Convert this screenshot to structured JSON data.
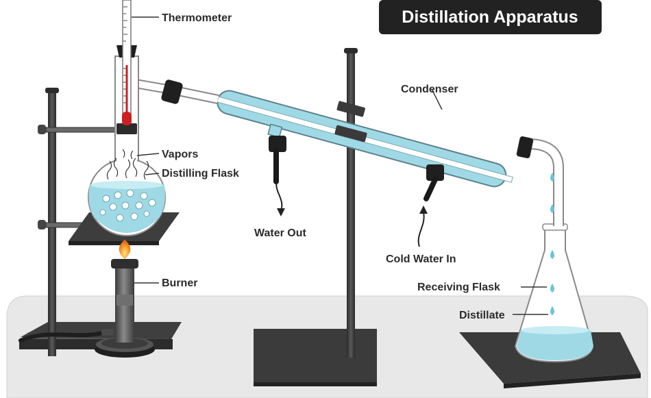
{
  "title": "Distillation Apparatus",
  "labels": {
    "thermometer": "Thermometer",
    "condenser": "Condenser",
    "vapors": "Vapors",
    "distilling_flask": "Distilling Flask",
    "water_out": "Water Out",
    "cold_water_in": "Cold Water In",
    "receiving_flask": "Receiving Flask",
    "burner": "Burner",
    "distillate": "Distillate"
  },
  "colors": {
    "liquid": "#9fd9e6",
    "liquid_deep": "#6ec3d6",
    "stand": "#3a3a3a",
    "table": "#e6e6e6",
    "title_bg": "#222222",
    "flame": "#f08a1c"
  }
}
